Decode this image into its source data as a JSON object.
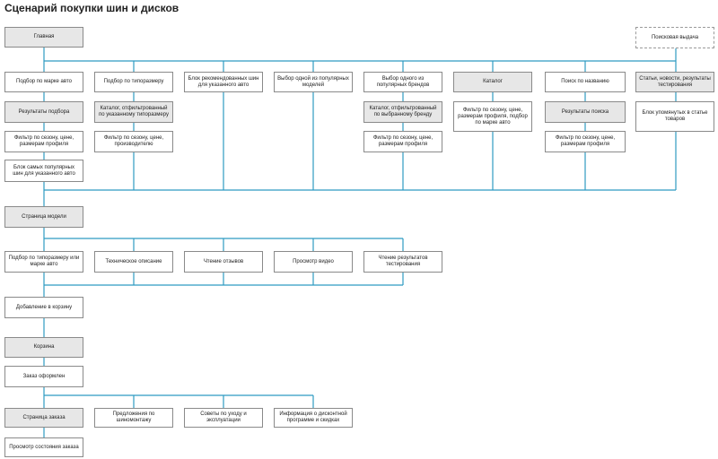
{
  "title": "Сценарий покупки шин и дисков",
  "colors": {
    "wire": "#2e9bc2",
    "node_border": "#8a8a8a",
    "node_gray": "#e7e7e7"
  },
  "nodes": {
    "home": "Главная",
    "search_results": "Поисковая выдача",
    "by_car": "Подбор по марке авто",
    "by_size": "Подбор по типоразмеру",
    "recommended": "Блок рекомендованных шин для указанного авто",
    "popular_models": "Выбор одной из популярных моделей",
    "popular_brands": "Выбор одного из популярных брендов",
    "catalog": "Каталог",
    "by_name": "Поиск по названию",
    "articles": "Статьи, новости, результаты тестирования",
    "selection_results": "Результаты подбора",
    "catalog_by_size": "Каталог, отфильтрованный по указанному типоразмеру",
    "catalog_by_brand": "Каталог, отфильтрованный по выбранному бренду",
    "catalog_filter": "Фильтр по сезону, цене, размерам профиля, подбор по марке авто",
    "name_results": "Результаты поиска",
    "mentioned_goods": "Блок упомянутых в статье товаров",
    "filter_car": "Фильтр по сезону, цене, размерам профиля",
    "filter_size": "Фильтр по сезону, цене, производителю",
    "filter_brand": "Фильтр по сезону, цене, размерам профиля",
    "filter_name": "Фильтр по сезону, цене, размерам профиля",
    "popular_for_car": "Блок самых популярных шин для указанного авто",
    "model_page": "Страница модели",
    "model_by_size_car": "Подбор по типоразмеру или марке авто",
    "tech_description": "Техническое описание",
    "reviews": "Чтение отзывов",
    "video": "Просмотр видео",
    "test_results": "Чтение результатов тестирования",
    "add_to_cart": "Добавление в корзину",
    "cart": "Корзина",
    "order_placed": "Заказ оформлен",
    "order_page": "Страница заказа",
    "tire_fitting": "Предложения по шиномонтажу",
    "care_tips": "Советы по уходу и эксплуатации",
    "discount_info": "Информация о дисконтной программе и скидках",
    "order_status": "Просмотр состояния заказа"
  }
}
